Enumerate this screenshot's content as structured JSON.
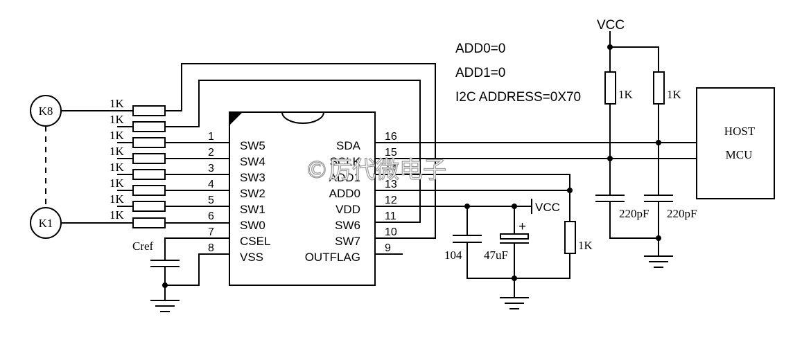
{
  "ic": {
    "left_pins": [
      {
        "num": "1",
        "label": "SW5"
      },
      {
        "num": "2",
        "label": "SW4"
      },
      {
        "num": "3",
        "label": "SW3"
      },
      {
        "num": "4",
        "label": "SW2"
      },
      {
        "num": "5",
        "label": "SW1"
      },
      {
        "num": "6",
        "label": "SW0"
      },
      {
        "num": "7",
        "label": "CSEL"
      },
      {
        "num": "8",
        "label": "VSS"
      }
    ],
    "right_pins": [
      {
        "num": "16",
        "label": "SDA"
      },
      {
        "num": "15",
        "label": "SCLK"
      },
      {
        "num": "14",
        "label": "ADD1"
      },
      {
        "num": "13",
        "label": "ADD0"
      },
      {
        "num": "12",
        "label": "VDD"
      },
      {
        "num": "11",
        "label": "SW6"
      },
      {
        "num": "10",
        "label": "SW7"
      },
      {
        "num": "9",
        "label": "OUTFLAG"
      }
    ]
  },
  "keys": {
    "top": "K8",
    "bottom": "K1"
  },
  "key_resistor_label": "1K",
  "cref_label": "Cref",
  "notes": [
    "ADD0=0",
    "ADD1=0",
    "I2C ADDRESS=0X70"
  ],
  "vcc_label": "VCC",
  "pullups": {
    "r1": "1K",
    "r2": "1K"
  },
  "host": {
    "line1": "HOST",
    "line2": "MCU"
  },
  "bus_caps": {
    "c1": "220pF",
    "c2": "220pF"
  },
  "decoupling": {
    "c_small": "104",
    "c_bulk": "47uF",
    "plus": "+"
  },
  "add0_resistor": "1K",
  "watermark": "©厉代微电子"
}
